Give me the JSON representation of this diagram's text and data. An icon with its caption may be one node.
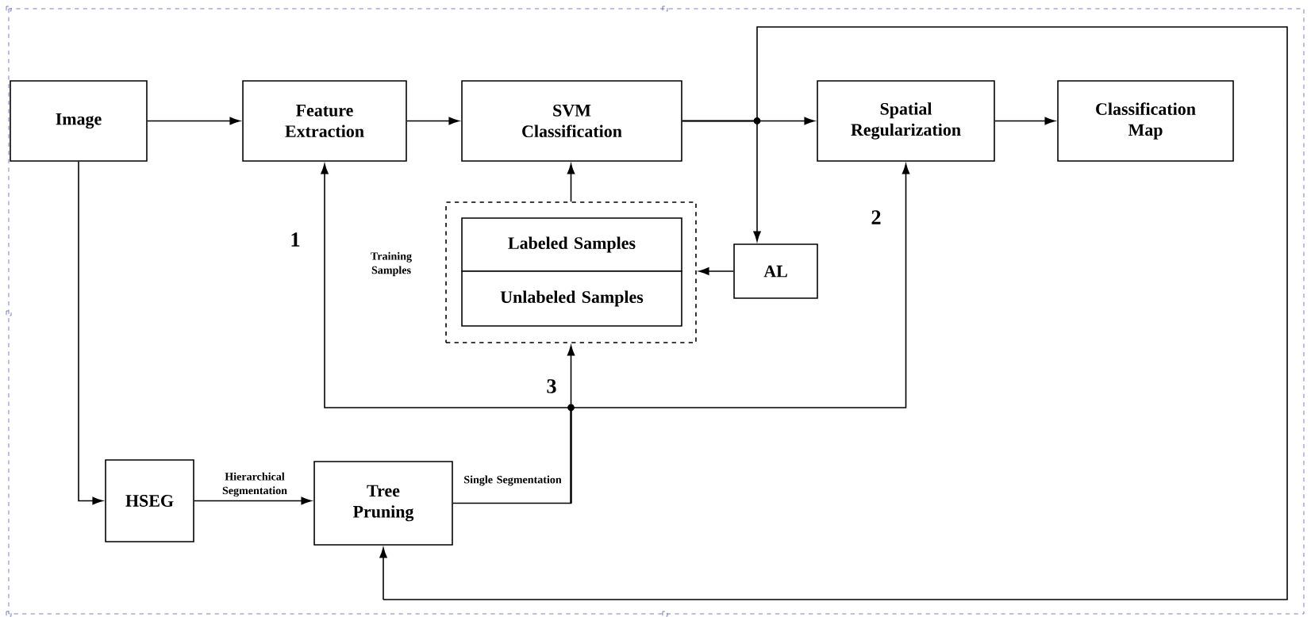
{
  "diagram": {
    "nodes": [
      {
        "text": [
          "Image"
        ]
      },
      {
        "text": [
          "Feature Extraction"
        ]
      },
      {
        "text": [
          "SVM Classification"
        ]
      },
      {
        "text": [
          "Spatial Regularization"
        ]
      },
      {
        "text": [
          "Classification Map"
        ]
      },
      {
        "text": [
          "Training Samples"
        ]
      },
      {
        "text": [
          "Labeled Samples"
        ],
        "in": 5
      },
      {
        "text": [
          "Unlabeled Samples"
        ],
        "in": 5
      },
      {
        "text": [
          "AL"
        ]
      },
      {
        "text": [
          "HSEG"
        ]
      },
      {
        "text": [
          "Tree Pruning"
        ]
      }
    ],
    "edges": [
      {
        "from": 0,
        "to": 1,
        "arrow": "to"
      },
      {
        "from": 1,
        "to": 2,
        "arrow": "to"
      },
      {
        "from": 2,
        "to": 3,
        "arrow": "to"
      },
      {
        "from": 3,
        "to": 4,
        "arrow": "to"
      },
      {
        "from": 2,
        "to": 8,
        "arrow": "to"
      },
      {
        "from": 2,
        "to": 10,
        "arrow": "to"
      },
      {
        "from": 8,
        "to": 5,
        "arrow": "to"
      },
      {
        "from": 5,
        "to": 2,
        "arrow": "to"
      },
      {
        "from": 0,
        "to": 9,
        "arrow": "to"
      },
      {
        "from": 9,
        "to": 10,
        "label": "Hierarchical Segmentation",
        "arrow": "to"
      },
      {
        "from": 10,
        "to": 5,
        "label": "Single Segmentation",
        "arrow": "to"
      },
      {
        "from": 10,
        "to": 1,
        "arrow": "to"
      },
      {
        "from": 10,
        "to": 3,
        "arrow": "to"
      }
    ],
    "labels": [
      "1",
      "2",
      "3"
    ]
  }
}
